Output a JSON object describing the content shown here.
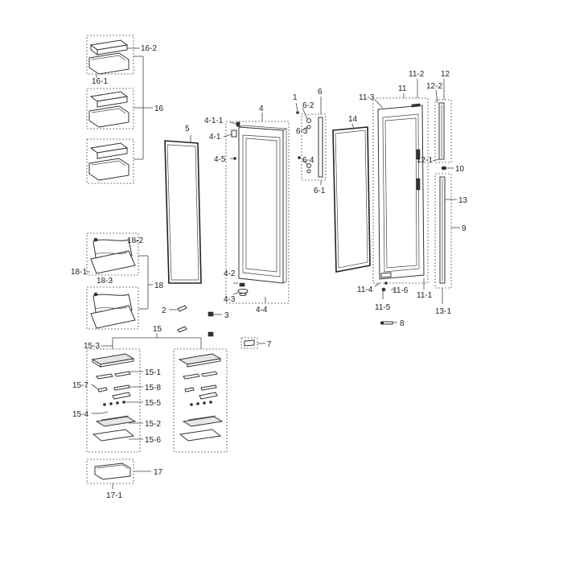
{
  "labels": {
    "l16_2": "16-2",
    "l16_1": "16-1",
    "l16": "16",
    "l18_2": "18-2",
    "l18_1": "18-1",
    "l18_3": "18-3",
    "l18": "18",
    "l2": "2",
    "l3": "3",
    "l15": "15",
    "l15_3": "15-3",
    "l15_1": "15-1",
    "l15_7": "15-7",
    "l15_8": "15-8",
    "l15_5": "15-5",
    "l15_4": "15-4",
    "l15_2": "15-2",
    "l15_6": "15-6",
    "l17": "17",
    "l17_1": "17-1",
    "l5": "5",
    "l4_1_1": "4-1-1",
    "l4_1": "4-1",
    "l4": "4",
    "l4_5": "4-5",
    "l4_2": "4-2",
    "l4_3": "4-3",
    "l4_4": "4-4",
    "l1": "1",
    "l6": "6",
    "l6_2": "6-2",
    "l6_3": "6-3",
    "l6_4": "6-4",
    "l6_1": "6-1",
    "l7": "7",
    "l14": "14",
    "l11_3": "11-3",
    "l11": "11",
    "l11_2": "11-2",
    "l12": "12",
    "l12_2": "12-2",
    "l12_1": "12-1",
    "l10": "10",
    "l13": "13",
    "l9": "9",
    "l11_4": "11-4",
    "l11_6": "11-6",
    "l11_5": "11-5",
    "l11_1": "11-1",
    "l13_1": "13-1",
    "l8": "8"
  }
}
